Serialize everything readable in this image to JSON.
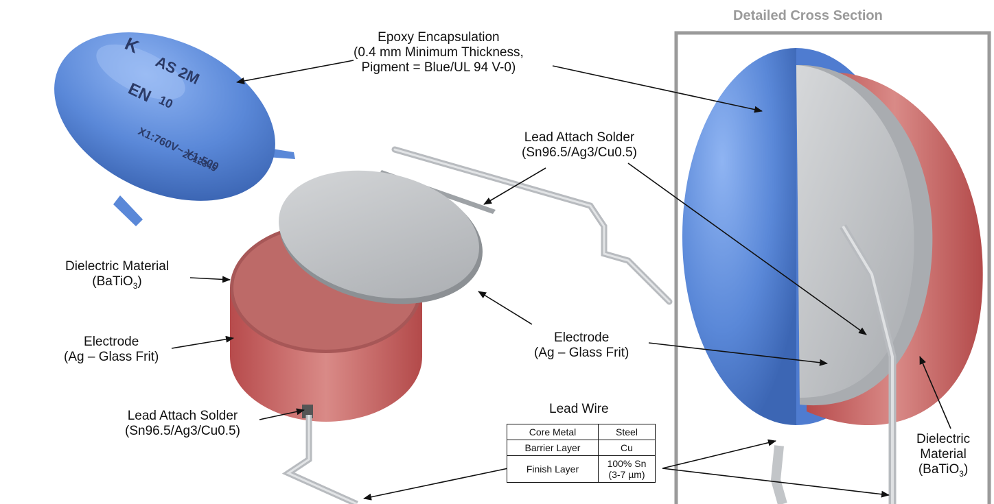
{
  "title": "Detailed Cross Section",
  "labels": {
    "epoxy": [
      "Epoxy Encapsulation",
      "(0.4 mm Minimum Thickness,",
      "Pigment = Blue/UL 94 V-0)"
    ],
    "solder_top": [
      "Lead Attach Solder",
      "(Sn96.5/Ag3/Cu0.5)"
    ],
    "dielectric_left": {
      "line1": "Dielectric Material",
      "line2_pre": "(BaTiO",
      "line2_sub": "3",
      "line2_post": ")"
    },
    "electrode_left": [
      "Electrode",
      "(Ag – Glass Frit)"
    ],
    "solder_left": [
      "Lead Attach Solder",
      "(Sn96.5/Ag3/Cu0.5)"
    ],
    "electrode_center": [
      "Electrode",
      "(Ag – Glass Frit)"
    ],
    "dielectric_right": {
      "line1": "Dielectric",
      "line2": "Material",
      "line3_pre": "(BaTiO",
      "line3_sub": "3",
      "line3_post": ")"
    }
  },
  "body_marking": {
    "logo": "K",
    "part": "AS 2M",
    "cert": "EN",
    "num": "10",
    "rating": "X1:760V~ Y1:500",
    "code": "2C12345"
  },
  "lead_wire": {
    "title": "Lead Wire",
    "rows": [
      {
        "layer": "Core Metal",
        "material": "Steel"
      },
      {
        "layer": "Barrier Layer",
        "material": "Cu"
      },
      {
        "layer": "Finish Layer",
        "material": "100% Sn",
        "material2": "(3-7 µm)"
      }
    ]
  },
  "colors": {
    "epoxy_blue": "#5a88d8",
    "dielectric_red": "#c8605f",
    "electrode_grey": "#b9bcc0",
    "frame_grey": "#9a9a9a"
  }
}
